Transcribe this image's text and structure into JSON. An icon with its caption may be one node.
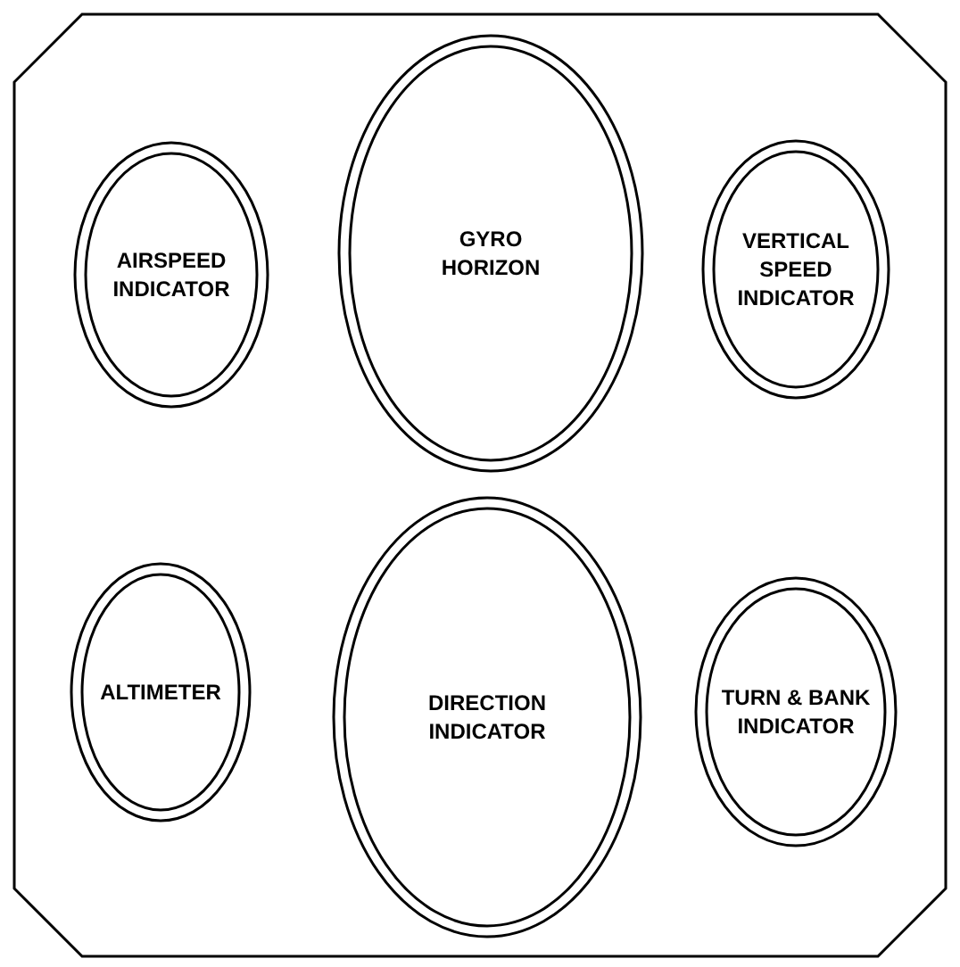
{
  "diagram": {
    "nodes": [
      {
        "text": [],
        "shape": "octagon"
      },
      {
        "text": [
          "AIRSPEED INDICATOR"
        ],
        "in": 0
      },
      {
        "text": [
          "GYRO HORIZON"
        ],
        "in": 0
      },
      {
        "text": [
          "VERTICAL SPEED INDICATOR"
        ],
        "in": 0
      },
      {
        "text": [
          "ALTIMETER"
        ],
        "in": 0
      },
      {
        "text": [
          "DIRECTION INDICATOR"
        ],
        "in": 0
      },
      {
        "text": [
          "TURN & BANK INDICATOR"
        ],
        "in": 0
      }
    ]
  }
}
